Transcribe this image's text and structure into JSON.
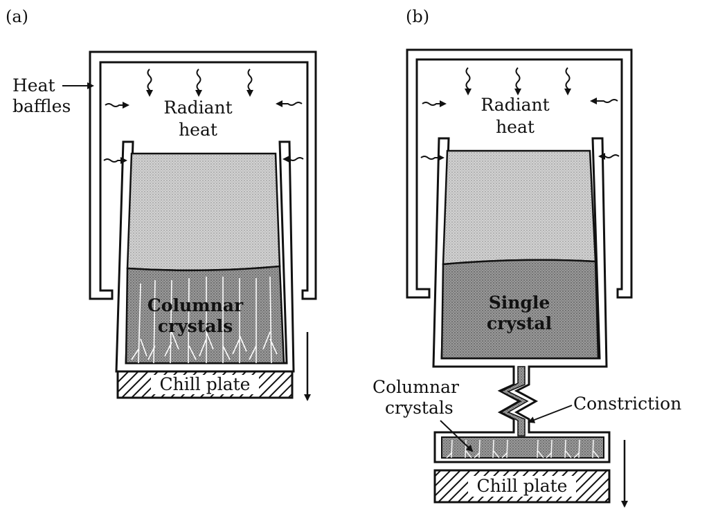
{
  "panel_a": {
    "label": "(a)",
    "heat_baffles_line1": "Heat",
    "heat_baffles_line2": "baffles",
    "radiant_line1": "Radiant",
    "radiant_line2": "heat",
    "columnar_line1": "Columnar",
    "columnar_line2": "crystals",
    "chill_plate": "Chill plate"
  },
  "panel_b": {
    "label": "(b)",
    "radiant_line1": "Radiant",
    "radiant_line2": "heat",
    "single_line1": "Single",
    "single_line2": "crystal",
    "columnar_line1": "Columnar",
    "columnar_line2": "crystals",
    "constriction": "Constriction",
    "chill_plate": "Chill plate"
  }
}
